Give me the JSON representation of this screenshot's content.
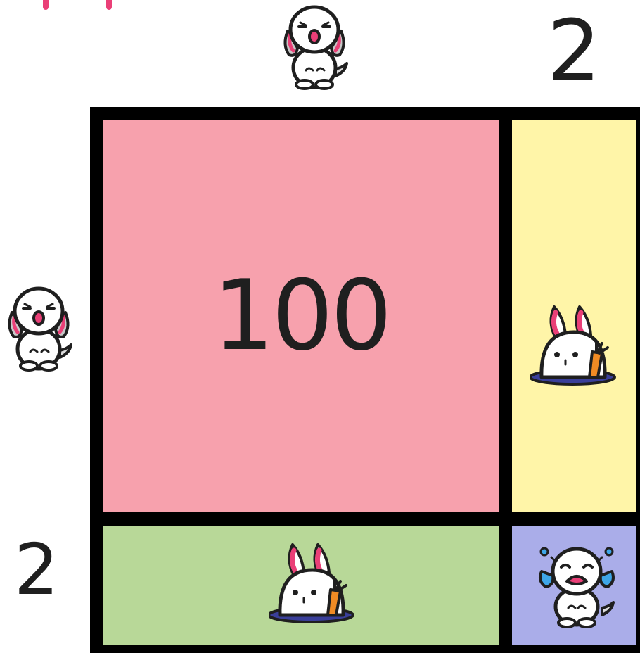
{
  "labels": {
    "top_right": "2",
    "bottom_left": "2",
    "big_square": "100"
  },
  "colors": {
    "big_square": "#f7a1ad",
    "right_strip": "#fff5a8",
    "bottom_strip": "#b8d898",
    "corner_square": "#aaade9",
    "border": "#000000",
    "ink": "#1f1f1f",
    "accent_pink": "#ea3f77"
  },
  "icons": {
    "top_figure": "standing-bunny-icon",
    "left_figure": "standing-bunny-icon",
    "right_strip_figure": "bunny-in-hole-with-carrot-icon",
    "bottom_strip_figure": "bunny-in-hole-with-carrot-icon",
    "corner_figure": "crying-bunny-icon"
  }
}
